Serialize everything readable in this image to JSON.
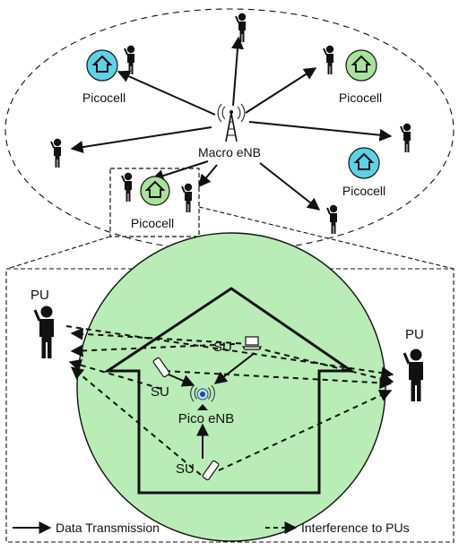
{
  "top": {
    "picocell_labels": [
      "Picocell",
      "Picocell",
      "Picocell",
      "Picocell"
    ],
    "macro_label": "Macro eNB"
  },
  "detail": {
    "pu_left": "PU",
    "pu_right": "PU",
    "su_labels": [
      "SU",
      "SU",
      "SU"
    ],
    "pico_label": "Pico eNB"
  },
  "legend": {
    "solid": "Data Transmission",
    "dashed": "Interference to PUs"
  },
  "colors": {
    "picocell_blue": "#5fd0e6",
    "picocell_green": "#a9e29c",
    "detail_circle": "#b9ecb6",
    "stroke": "#111111"
  },
  "icons": {
    "person": "person-with-phone-icon",
    "house": "house-icon",
    "tower": "cell-tower-icon",
    "laptop": "laptop-icon",
    "phone": "phone-icon"
  }
}
